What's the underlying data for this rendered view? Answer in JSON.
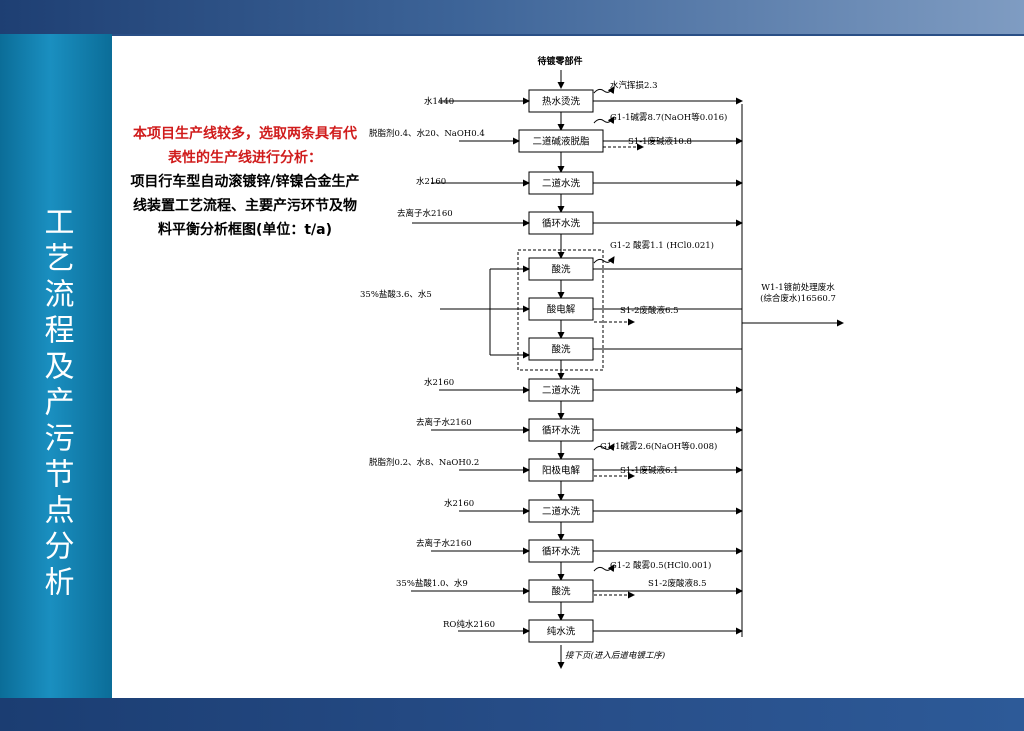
{
  "slide": {
    "side_title": "工艺流程及产污节点分析",
    "desc_red": "本项目生产线较多，选取两条具有代表性的生产线进行分析：",
    "desc_black": "项目行车型自动滚镀锌/锌镍合金生产线装置工艺流程、主要产污环节及物料平衡分析框图(单位：t/a)"
  },
  "diagram": {
    "start": "待镀零部件",
    "end": "接下页(进入后道电镀工序)",
    "w_output": [
      "W1-1镀前处理废水",
      "(综合废水)16560.7"
    ],
    "steps": [
      {
        "name": "热水烫洗",
        "input": "水1440"
      },
      {
        "name": "二道碱液脱脂",
        "input": "脱脂剂0.4、水20、NaOH0.4"
      },
      {
        "name": "二道水洗",
        "input": "水2160"
      },
      {
        "name": "循环水洗",
        "input": "去离子水2160"
      },
      {
        "name": "酸洗",
        "input": ""
      },
      {
        "name": "酸电解",
        "input": "35%盐酸3.6、水5"
      },
      {
        "name": "酸洗",
        "input": ""
      },
      {
        "name": "二道水洗",
        "input": "水2160"
      },
      {
        "name": "循环水洗",
        "input": "去离子水2160"
      },
      {
        "name": "阳极电解",
        "input": "脱脂剂0.2、水8、NaOH0.2"
      },
      {
        "name": "二道水洗",
        "input": "水2160"
      },
      {
        "name": "循环水洗",
        "input": "去离子水2160"
      },
      {
        "name": "酸洗",
        "input": "35%盐酸1.0、水9"
      },
      {
        "name": "纯水洗",
        "input": "RO纯水2160"
      }
    ],
    "emissions": [
      "水汽挥损2.3",
      "G1-1碱雾8.7(NaOH等0.016)",
      "S1-1废碱液10.8",
      "G1-2 酸雾1.1 (HCl0.021)",
      "S1-2废酸液6.5",
      "G1-1碱雾2.6(NaOH等0.008)",
      "S1-1废碱液6.1",
      "G1-2 酸雾0.5(HCl0.001)",
      "S1-2废酸液8.5"
    ]
  }
}
